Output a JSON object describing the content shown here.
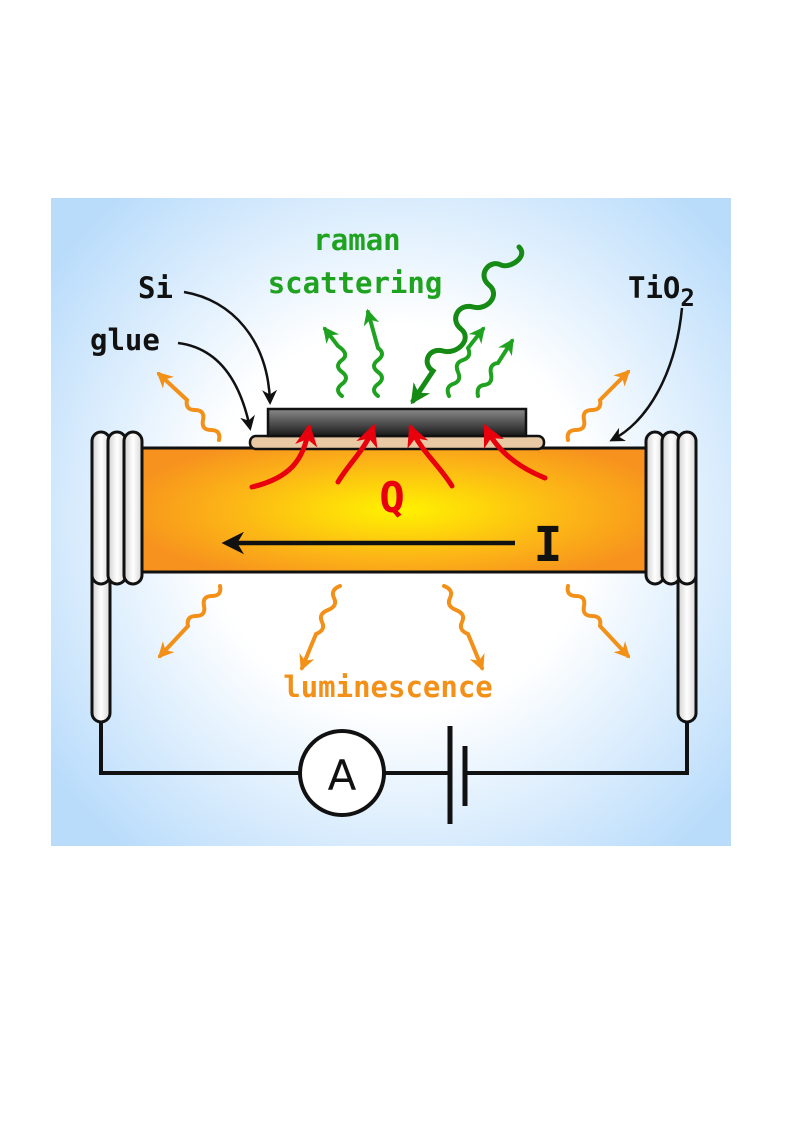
{
  "labels": {
    "raman_line1": "raman",
    "raman_line2": "scattering",
    "si": "Si",
    "glue": "glue",
    "tio2_main": "TiO",
    "tio2_sub": "2",
    "heat": "Q",
    "current": "I",
    "luminescence": "luminescence",
    "ammeter": "A"
  },
  "colors": {
    "background_edge": "#b9dcfb",
    "background_center": "#ffffff",
    "raman": "#1fa21f",
    "raman_dark": "#158a15",
    "luminescence": "#f39018",
    "heat": "#e8000c",
    "rod_center": "#fff300",
    "rod_edge": "#f7921e",
    "si_top": "#8a8a8a",
    "si_bottom": "#1a1a1a",
    "glue": "#e9c9a4",
    "line": "#111111"
  },
  "icons": [
    "ammeter-icon",
    "battery-icon",
    "coil-icon"
  ]
}
